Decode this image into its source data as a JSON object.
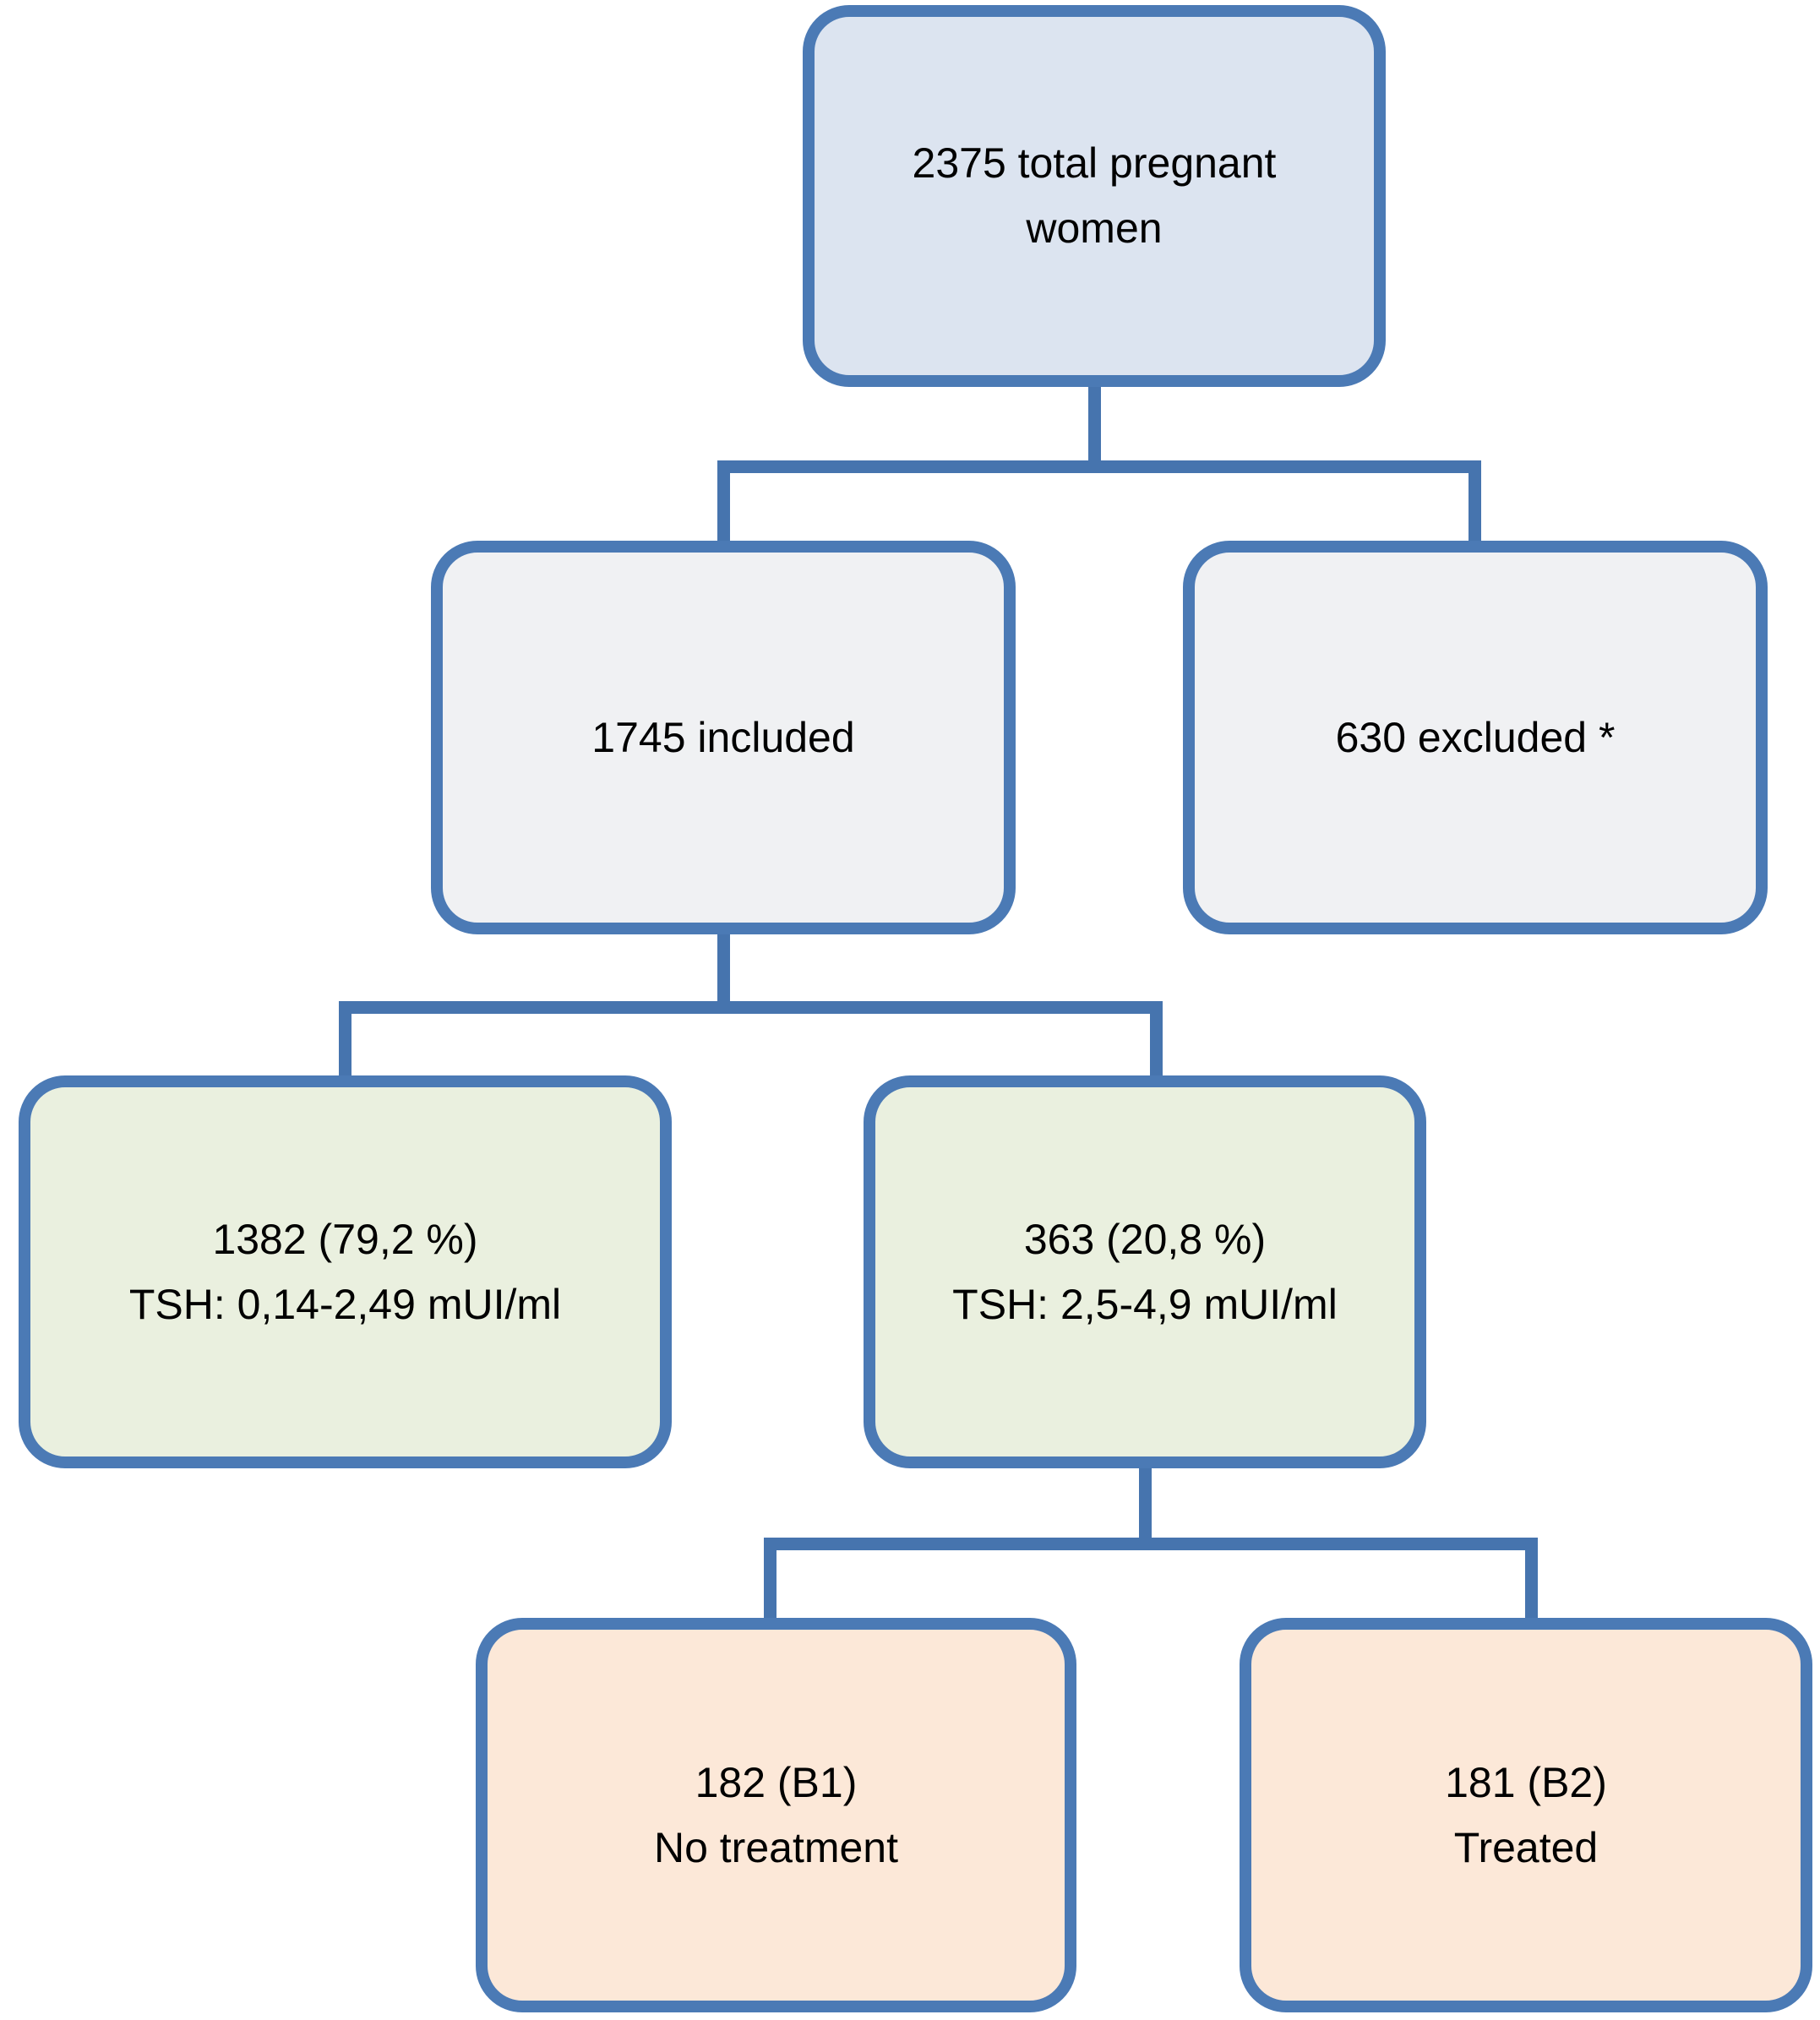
{
  "colors": {
    "border": "#4b7ab5",
    "connector": "#4674ae",
    "blue_fill": "#dce4f0",
    "gray_fill": "#f0f1f3",
    "green_fill": "#eaf0df",
    "peach_fill": "#fce8d8",
    "text": "#000000"
  },
  "nodes": {
    "total": {
      "line1": "2375 total pregnant",
      "line2": "women"
    },
    "included": {
      "line1": "1745 included"
    },
    "excluded": {
      "line1": "630 excluded *"
    },
    "tsh_normal": {
      "line1": "1382 (79,2 %)",
      "line2": "TSH: 0,14-2,49 mUI/ml"
    },
    "tsh_elevated": {
      "line1": "363 (20,8 %)",
      "line2": "TSH: 2,5-4,9 mUI/ml"
    },
    "b1_no_treatment": {
      "line1": "182 (B1)",
      "line2": "No treatment"
    },
    "b2_treated": {
      "line1": "181 (B2)",
      "line2": "Treated"
    }
  },
  "edges": [
    {
      "from": "total",
      "to": "included"
    },
    {
      "from": "total",
      "to": "excluded"
    },
    {
      "from": "included",
      "to": "tsh_normal"
    },
    {
      "from": "included",
      "to": "tsh_elevated"
    },
    {
      "from": "tsh_elevated",
      "to": "b1_no_treatment"
    },
    {
      "from": "tsh_elevated",
      "to": "b2_treated"
    }
  ]
}
